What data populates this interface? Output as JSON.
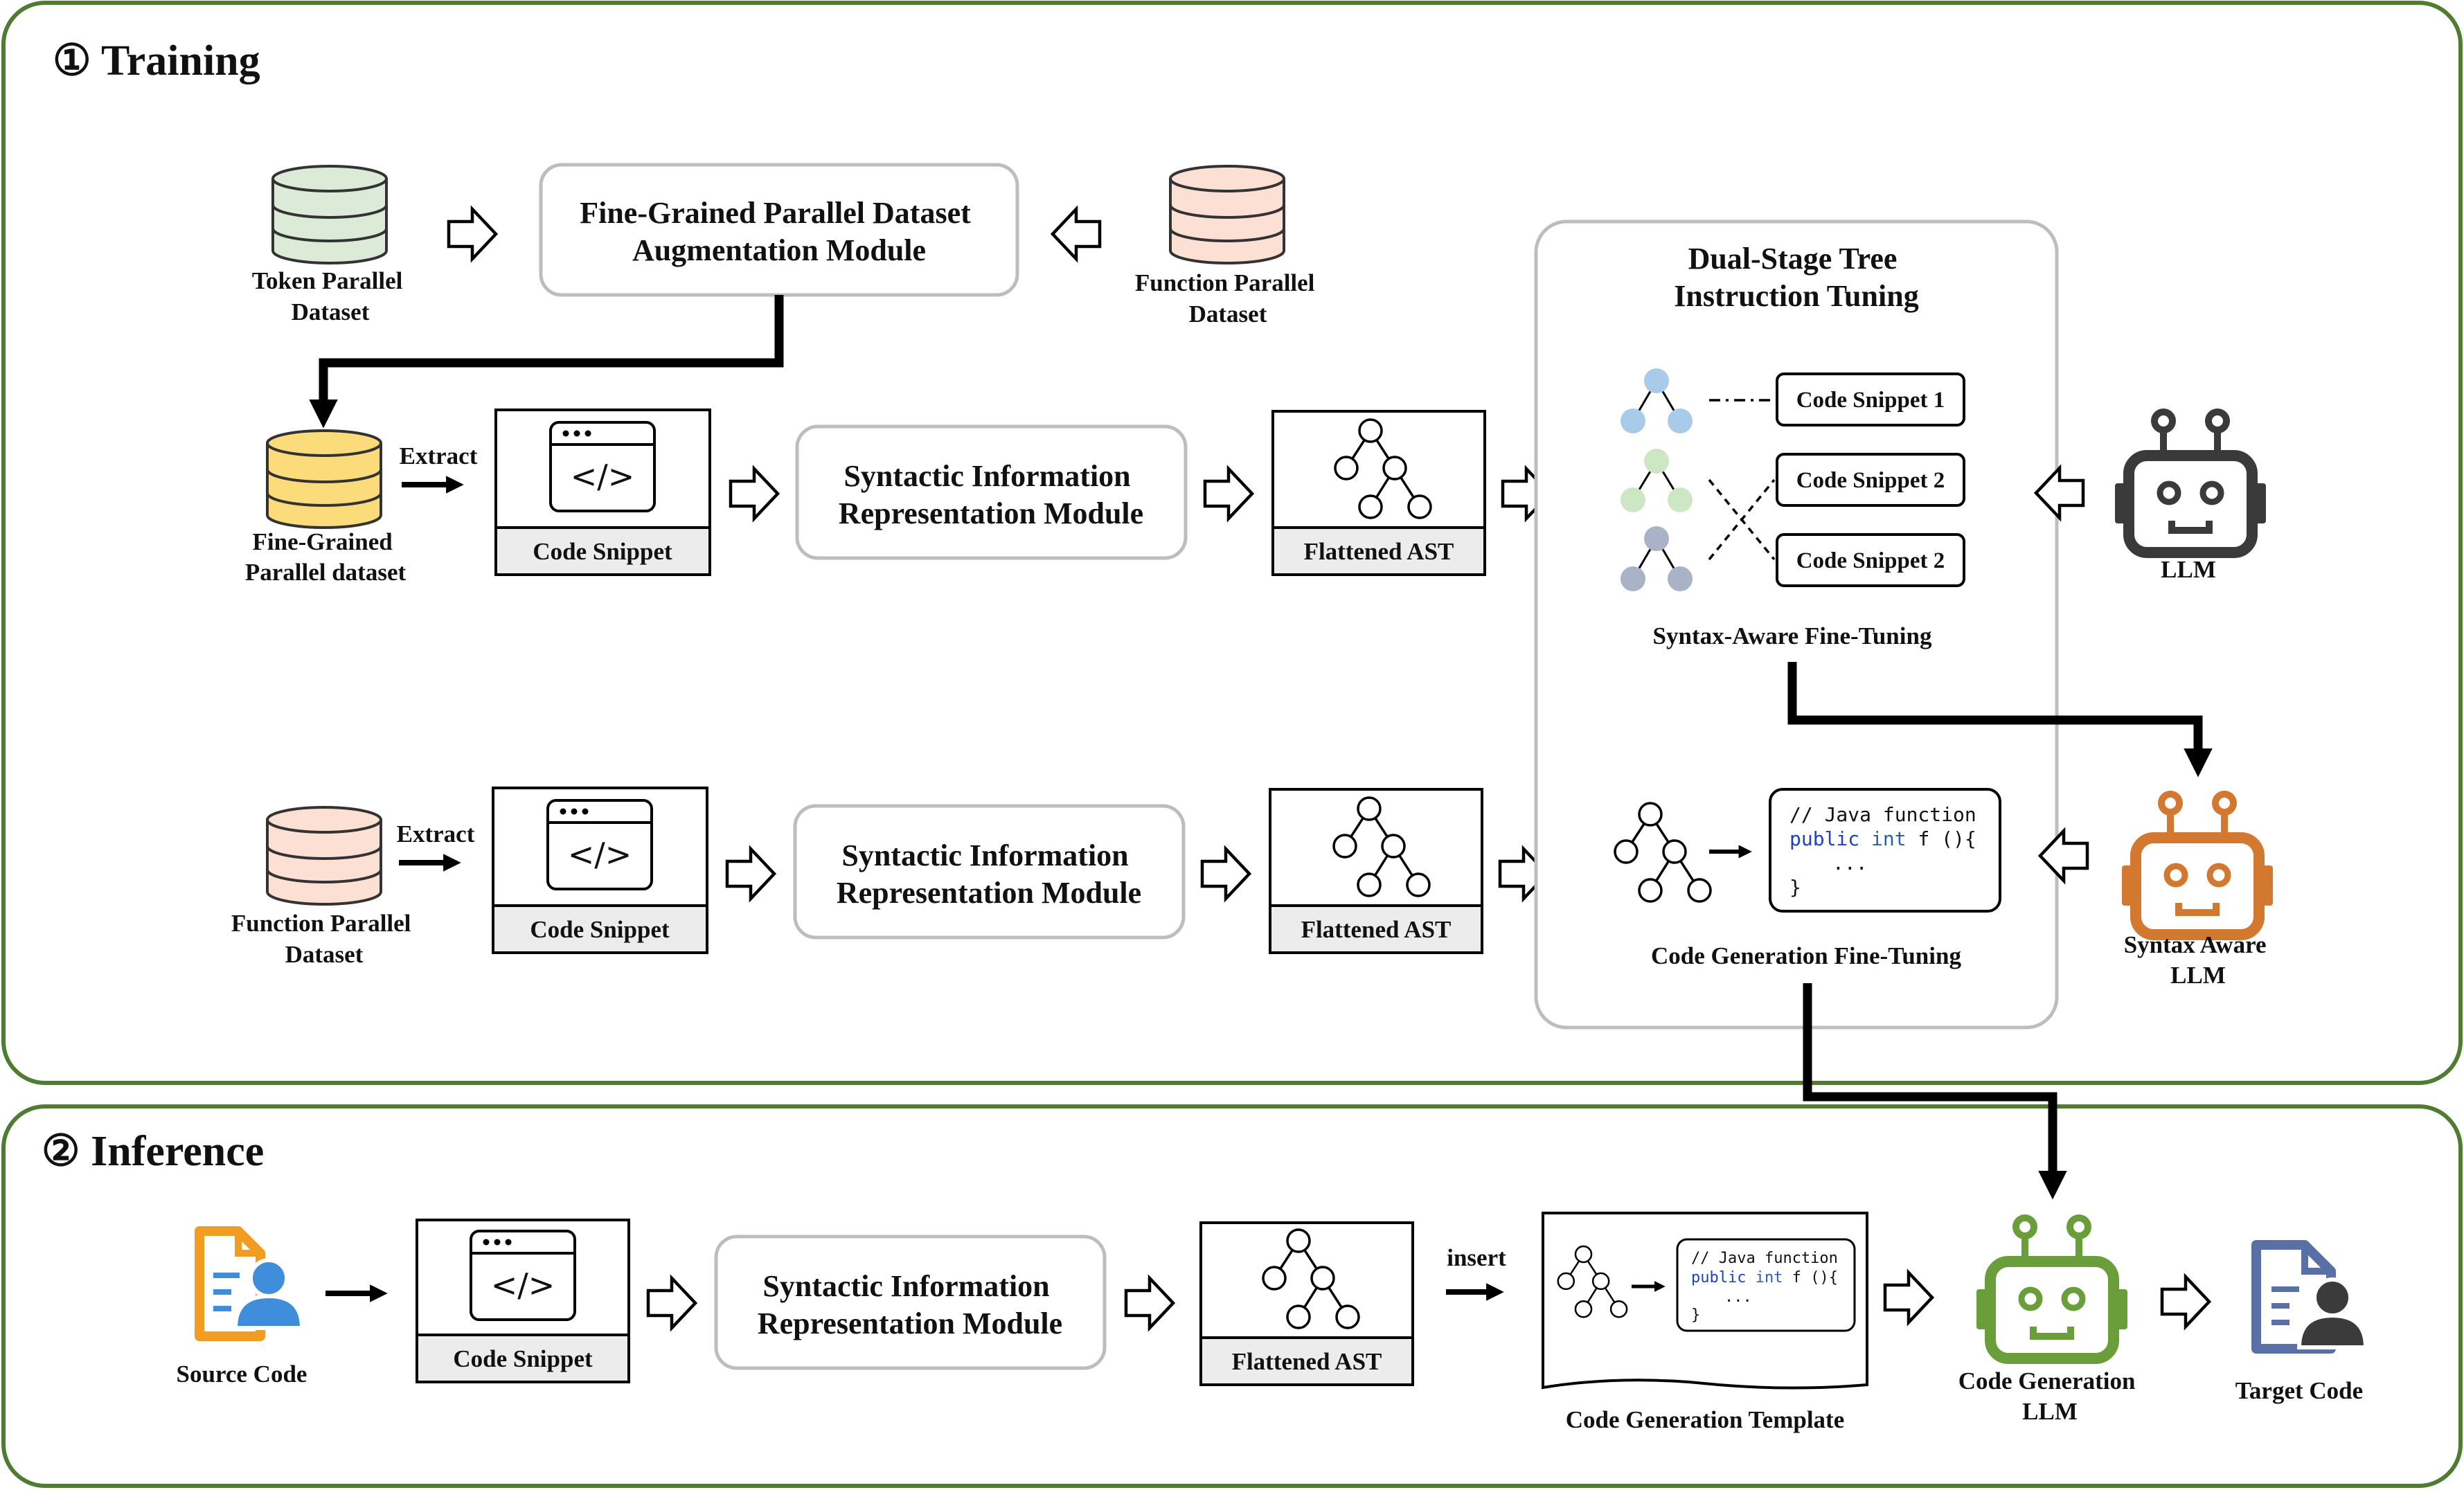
{
  "training": {
    "title": "① Training",
    "token_dataset": [
      "Token Parallel",
      "Dataset"
    ],
    "function_dataset_top": [
      "Function Parallel",
      "Dataset"
    ],
    "augmentation_module": [
      "Fine-Grained Parallel Dataset",
      "Augmentation Module"
    ],
    "fine_grained_dataset": [
      "Fine-Grained",
      "Parallel dataset"
    ],
    "extract_label": "Extract",
    "code_snippet_label": "Code Snippet",
    "code_glyph": "</>",
    "syntactic_module": [
      "Syntactic Information",
      "Representation Module"
    ],
    "flattened_ast_label": "Flattened AST",
    "function_dataset_bottom": [
      "Function Parallel",
      "Dataset"
    ],
    "dual_stage": {
      "title": [
        "Dual-Stage Tree",
        "Instruction Tuning"
      ],
      "snippets": [
        "Code Snippet 1",
        "Code Snippet 2",
        "Code Snippet 2"
      ],
      "syntax_aware_ft": "Syntax-Aware Fine-Tuning",
      "code_lines": [
        "// Java function",
        "public",
        "int",
        "f (){",
        "...",
        "}"
      ],
      "code_gen_ft": "Code Generation Fine-Tuning"
    },
    "llm_label": "LLM",
    "syntax_aware_llm": [
      "Syntax Aware",
      "LLM"
    ]
  },
  "inference": {
    "title": "② Inference",
    "source_code": "Source Code",
    "code_snippet_label": "Code Snippet",
    "code_glyph": "</>",
    "syntactic_module": [
      "Syntactic Information",
      "Representation Module"
    ],
    "flattened_ast_label": "Flattened AST",
    "insert_label": "insert",
    "template_label": "Code Generation Template",
    "template_code": [
      "// Java function",
      "public",
      "int",
      "f (){",
      "...",
      "}"
    ],
    "code_gen_llm": [
      "Code Generation",
      "LLM"
    ],
    "target_code": "Target Code"
  },
  "colors": {
    "frame_green": "#4e7d32",
    "box_gray": "#bdbdbd",
    "token_db": "#dcebd7",
    "function_db": "#fbe0d3",
    "fine_db": "#fbdb7a",
    "robot_gray": "#3a3a3a",
    "robot_orange": "#d3792f",
    "robot_green": "#6a9e3b",
    "doc_orange": "#f29d22",
    "doc_blue": "#3f8edb",
    "doc_navy": "#5870a6",
    "node_blue": "#a8cbe9",
    "node_green": "#cde6c4",
    "node_gray": "#a9b2c6",
    "comment_green": "#2e8b2e",
    "keyword_blue": "#1f3fc4",
    "type_blue": "#2a5fb0"
  }
}
